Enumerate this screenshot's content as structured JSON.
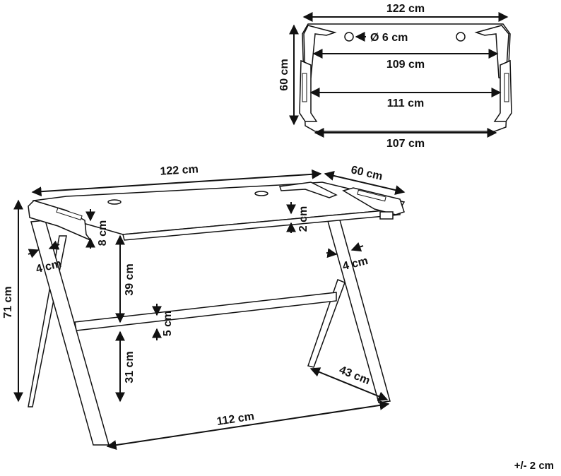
{
  "top_view": {
    "width_top": "122 cm",
    "hole_diameter": "Ø 6 cm",
    "inner_width_1": "109 cm",
    "depth": "60 cm",
    "inner_width_2": "111 cm",
    "width_bottom": "107 cm"
  },
  "perspective_view": {
    "width": "122 cm",
    "depth": "60 cm",
    "height": "71 cm",
    "edge_thickness": "8 cm",
    "top_thickness": "2 cm",
    "leg_width_left": "4 cm",
    "leg_width_right": "4 cm",
    "clearance_upper": "39 cm",
    "bar_height": "5 cm",
    "clearance_lower": "31 cm",
    "foot_depth": "43 cm",
    "base_width": "112 cm"
  },
  "tolerance": "+/- 2 cm"
}
